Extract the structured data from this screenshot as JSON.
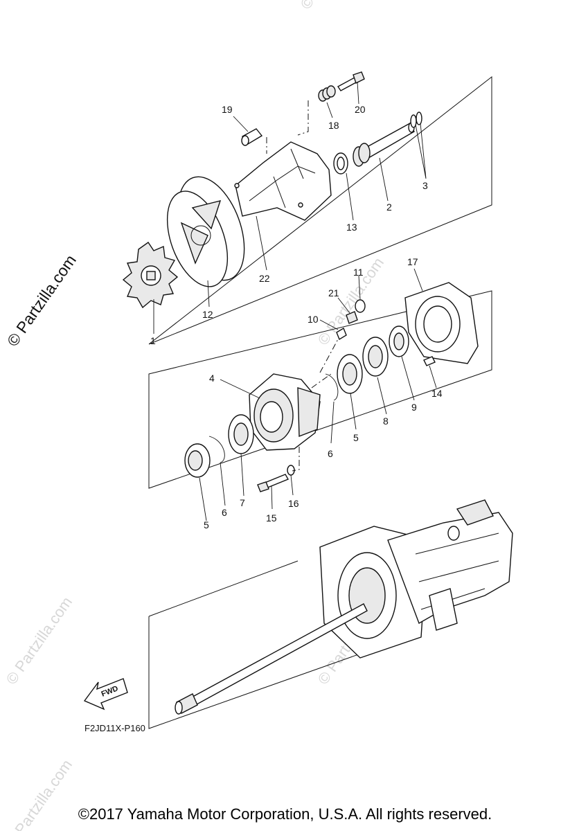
{
  "watermark": {
    "main": "© Partzilla.com",
    "faint": "© Partzilla.com"
  },
  "diagram": {
    "code": "F2JD11X-P160",
    "fwd_label": "FWD",
    "callouts": {
      "p1": "1",
      "p2": "2",
      "p3": "3",
      "p4": "4",
      "p5a": "5",
      "p5b": "5",
      "p6a": "6",
      "p6b": "6",
      "p7": "7",
      "p8": "8",
      "p9": "9",
      "p10": "10",
      "p11": "11",
      "p12": "12",
      "p13": "13",
      "p14": "14",
      "p15": "15",
      "p16": "16",
      "p17": "17",
      "p18": "18",
      "p19": "19",
      "p20": "20",
      "p21": "21",
      "p22": "22"
    }
  },
  "footer": {
    "copyright": "©2017  Yamaha Motor Corporation, U.S.A. All rights reserved."
  }
}
